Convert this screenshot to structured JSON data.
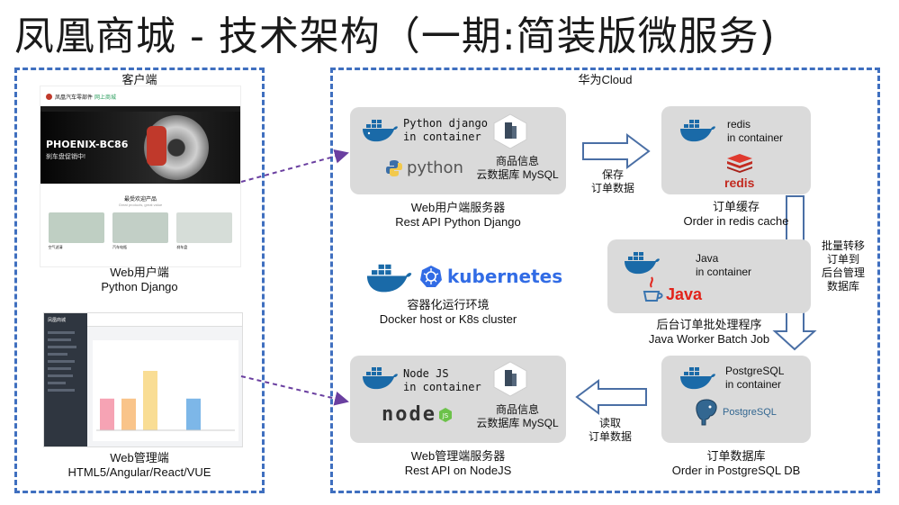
{
  "title": "凤凰商城 - 技术架构（一期:简装版微服务)",
  "client_region": {
    "label": "客户端"
  },
  "cloud_region": {
    "label": "华为Cloud"
  },
  "web_client": {
    "brand": "凤凰汽车零部件",
    "brand_tag": "网上商城",
    "banner_title": "PHOENIX-BC86",
    "banner_subtitle": "刹车盘促销中!",
    "section_title": "最受欢迎产品",
    "section_subtitle": "Great products, great value",
    "products": [
      "空气滤清",
      "汽车电瓶",
      "刹车盘"
    ],
    "caption_line1": "Web用户端",
    "caption_line2": "Python Django"
  },
  "admin_client": {
    "brand": "凤凰商城",
    "caption_line1": "Web管理端",
    "caption_line2": "HTML5/Angular/React/VUE",
    "bar_values": [
      40,
      40,
      75,
      40
    ],
    "bar_colors": [
      "#f6a3b4",
      "#f9c48a",
      "#f9dd94",
      "#7db7e8"
    ]
  },
  "django_box": {
    "line1": "Python django",
    "line2": "in container",
    "logo_text": "python",
    "db_line1": "商品信息",
    "db_line2": "云数据库 MySQL",
    "caption_line1": "Web用户端服务器",
    "caption_line2": "Rest API Python Django"
  },
  "redis_box": {
    "line1": "redis",
    "line2": "in container",
    "logo_text": "redis",
    "caption_line1": "订单缓存",
    "caption_line2": "Order in redis cache"
  },
  "save_arrow": {
    "line1": "保存",
    "line2": "订单数据"
  },
  "batch_arrow": {
    "line1": "批量转移",
    "line2": "订单到",
    "line3": "后台管理",
    "line4": "数据库"
  },
  "read_arrow": {
    "line1": "读取",
    "line2": "订单数据"
  },
  "k8s": {
    "logo_text": "kubernetes",
    "caption_line1": "容器化运行环境",
    "caption_line2": "Docker host or K8s cluster"
  },
  "java_box": {
    "line1": "Java",
    "line2": "in container",
    "logo_text": "Java",
    "caption_line1": "后台订单批处理程序",
    "caption_line2": "Java Worker Batch Job"
  },
  "node_box": {
    "line1": "Node JS",
    "line2": "in container",
    "logo_text": "node",
    "db_line1": "商品信息",
    "db_line2": "云数据库 MySQL",
    "caption_line1": "Web管理端服务器",
    "caption_line2": "Rest API on NodeJS"
  },
  "postgres_box": {
    "line1": "PostgreSQL",
    "line2": "in container",
    "logo_text": "PostgreSQL",
    "caption_line1": "订单数据库",
    "caption_line2": "Order in PostgreSQL DB"
  },
  "colors": {
    "region_border": "#3f6fbf",
    "arrow_border": "#4a6fa5",
    "panel": "#dadada",
    "docker_blue": "#1a6aa8",
    "connector": "#6a3fa0"
  }
}
